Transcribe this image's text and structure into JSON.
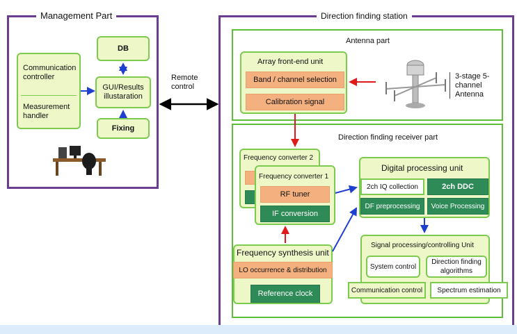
{
  "management": {
    "title": "Management Part",
    "comm_controller": "Communication controller",
    "measurement_handler": "Measurement handler",
    "gui": "GUI/Results illustaration",
    "db": "DB",
    "fixing": "Fixing"
  },
  "remote_control": "Remote control",
  "station": {
    "title": "Direction finding station",
    "antenna_part": {
      "title": "Antenna part",
      "array_unit": "Array front-end unit",
      "band_selection": "Band / channel selection",
      "calibration": "Calibration signal",
      "antenna_label": "3-stage 5-channel Antenna"
    },
    "receiver_part": {
      "title": "Direction finding receiver part",
      "freq_conv_2": "Frequency converter 2",
      "freq_conv_1": "Frequency converter 1",
      "rf_tuner": "RF tuner",
      "if_conversion": "IF conversion",
      "synthesis_unit": "Frequency synthesis unit",
      "lo_distribution": "LO occurrence & distribution",
      "reference_clock": "Reference clock",
      "digital_unit": "Digital processing unit",
      "iq_collection": "2ch IQ collection",
      "ddc": "2ch DDC",
      "df_preprocessing": "DF preprocessing",
      "voice_processing": "Voice Processing",
      "signal_unit": "Signal processing/controlling Unit",
      "system_control": "System control",
      "df_algorithms": "Direction finding algorithms",
      "comm_control": "Communication control",
      "spectrum_estimation": "Spectrum estimation"
    }
  },
  "colors": {
    "frame": "#6a3d8f",
    "green_border": "#5bbf3a",
    "light_green": "#eef7c8",
    "orange": "#f4b07e",
    "dark_green": "#2e8b57",
    "blue_arrow": "#1f3fd1",
    "red_arrow": "#e01a1a"
  }
}
